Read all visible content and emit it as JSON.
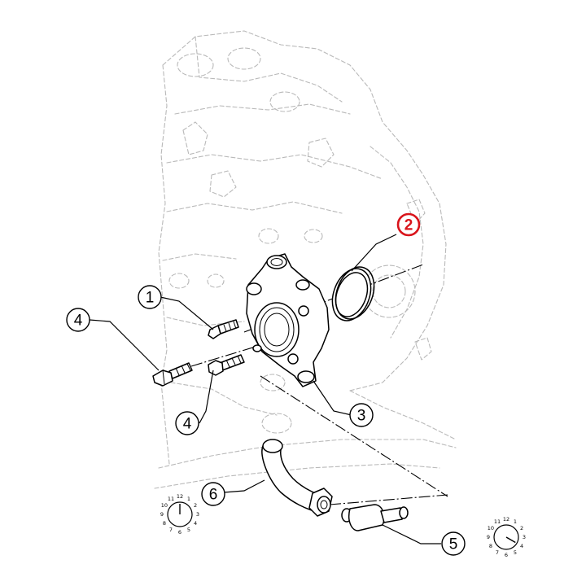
{
  "callouts": [
    {
      "id": "1",
      "label": "1",
      "highlighted": false
    },
    {
      "id": "2",
      "label": "2",
      "highlighted": true
    },
    {
      "id": "3",
      "label": "3",
      "highlighted": false
    },
    {
      "id": "4a",
      "label": "4",
      "highlighted": false
    },
    {
      "id": "4b",
      "label": "4",
      "highlighted": false
    },
    {
      "id": "5",
      "label": "5",
      "highlighted": false
    },
    {
      "id": "6",
      "label": "6",
      "highlighted": false
    }
  ],
  "dials": [
    {
      "id": "dial-left",
      "numerals": [
        "12",
        "1",
        "2",
        "3",
        "4",
        "5",
        "6",
        "7",
        "8",
        "9",
        "10",
        "11"
      ]
    },
    {
      "id": "dial-right",
      "numerals": [
        "12",
        "1",
        "2",
        "3",
        "4",
        "5",
        "6",
        "7",
        "8",
        "9",
        "10",
        "11"
      ]
    }
  ],
  "colors": {
    "highlight": "#d9141b",
    "line": "#000000",
    "ghost": "#b9b9b9"
  }
}
